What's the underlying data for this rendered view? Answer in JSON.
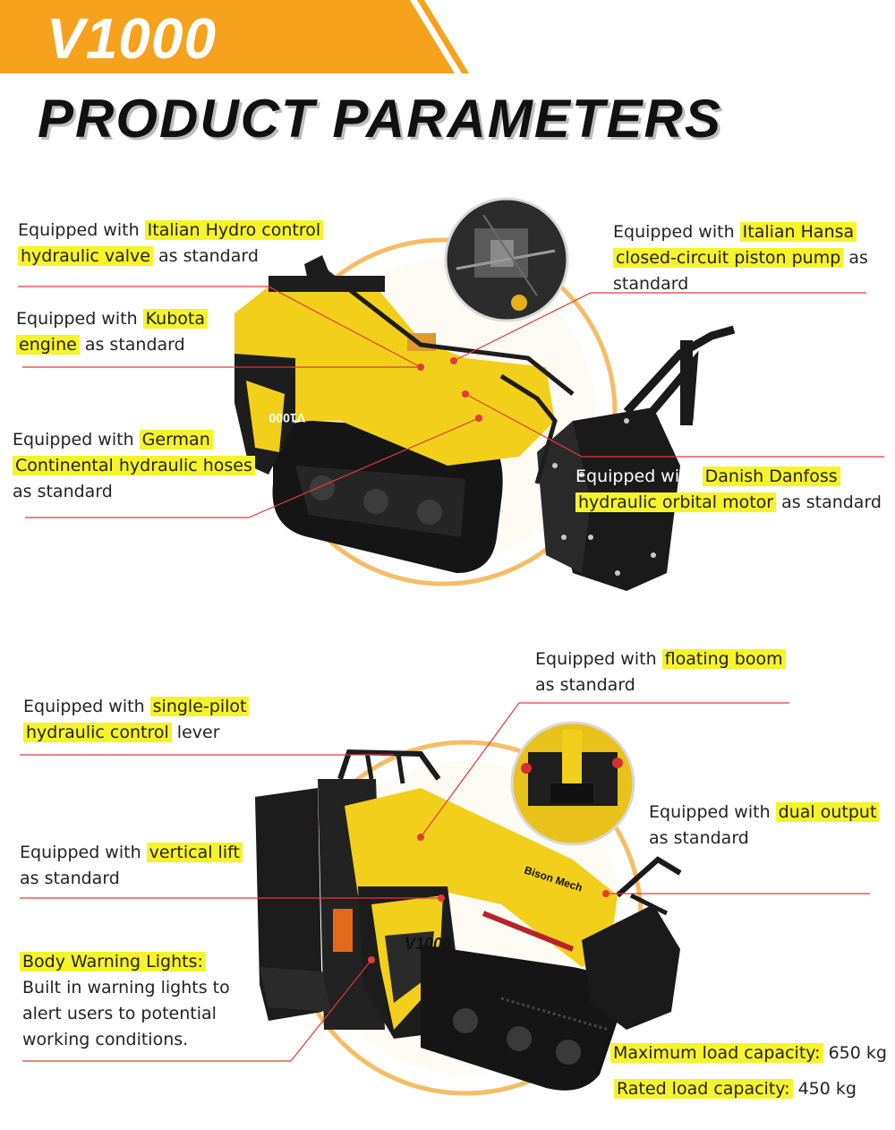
{
  "brand": {
    "model": "V1000"
  },
  "title": "PRODUCT PARAMETERS",
  "colors": {
    "orange": "#f6a21d",
    "highlight": "#f7f32a",
    "machine_yellow": "#f2cf1b",
    "leader_red": "#e43a3a"
  },
  "machine1": {
    "decal": "V1000",
    "labels": {
      "hydro_pre": "Equipped with ",
      "hydro_hl1": "Italian Hydro control",
      "hydro_hl2": "hydraulic valve",
      "hydro_post": " as standard",
      "kubota_pre": "Equipped with ",
      "kubota_hl1": "Kubota",
      "kubota_hl2": "engine",
      "kubota_post": " as standard",
      "continental_pre": "Equipped with ",
      "continental_hl1": "German",
      "continental_hl2": "Continental hydraulic hoses",
      "continental_post": "as standard",
      "hansa_pre": "Equipped with ",
      "hansa_hl1": "Italian Hansa",
      "hansa_hl2": "closed-circuit piston pump",
      "hansa_post1": " as",
      "hansa_post2": "standard",
      "danfoss_pre": "Equipped with ",
      "danfoss_hl1": "Danish Danfoss",
      "danfoss_hl2": "hydraulic orbital motor",
      "danfoss_post": " as standard"
    }
  },
  "machine2": {
    "decal": "V1000",
    "brand_decal": "Bison Mech",
    "labels": {
      "pilot_pre": "Equipped with ",
      "pilot_hl1": "single-pilot",
      "pilot_hl2": "hydraulic control",
      "pilot_post": " lever",
      "vertical_pre": "Equipped with ",
      "vertical_hl": "vertical lift",
      "vertical_post": "as standard",
      "warning_hl": "Body Warning Lights:",
      "warning_l1": "Built in warning lights to",
      "warning_l2": "alert users to potential",
      "warning_l3": "working conditions.",
      "boom_pre": "Equipped with ",
      "boom_hl": "floating boom",
      "boom_post": "as standard",
      "dual_pre": "Equipped with ",
      "dual_hl": "dual output",
      "dual_post": "as standard",
      "max_load_hl": "Maximum load capacity:",
      "max_load_val": " 650 kg",
      "rated_load_hl": "Rated load capacity:",
      "rated_load_val": " 450 kg"
    }
  }
}
